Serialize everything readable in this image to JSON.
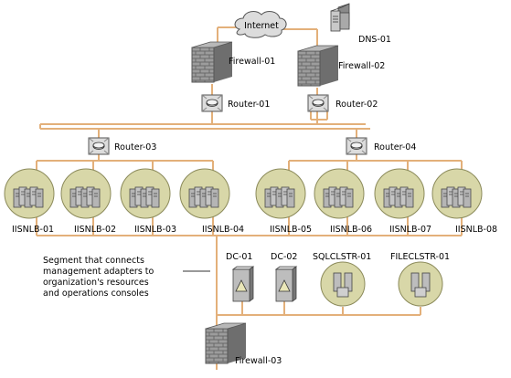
{
  "colors": {
    "link": "#e3b07a",
    "firewall": "#8a8a8a",
    "router_fill": "#dcdcdc",
    "server_circle": "#d8d7a8",
    "cloud": "#dcdcdc"
  },
  "nodes": {
    "internet": "Internet",
    "dns": "DNS-01",
    "firewall_1": "Firewall-01",
    "firewall_2": "Firewall-02",
    "firewall_3": "Firewall-03",
    "router_1": "Router-01",
    "router_2": "Router-02",
    "router_3": "Router-03",
    "router_4": "Router-04",
    "iisnlb": [
      "IISNLB-01",
      "IISNLB-02",
      "IISNLB-03",
      "IISNLB-04",
      "IISNLB-05",
      "IISNLB-06",
      "IISNLB-07",
      "IISNLB-08"
    ],
    "dc_1": "DC-01",
    "dc_2": "DC-02",
    "sqlclstr": "SQLCLSTR-01",
    "fileclstr": "FILECLSTR-01"
  },
  "callout": {
    "lines": [
      "Segment that connects",
      "management adapters to",
      "organization's resources",
      "and operations consoles"
    ]
  },
  "icons": [
    "cloud-icon",
    "server-icon",
    "firewall-icon",
    "router-icon",
    "web-farm-icon",
    "domain-controller-icon",
    "cluster-icon"
  ]
}
